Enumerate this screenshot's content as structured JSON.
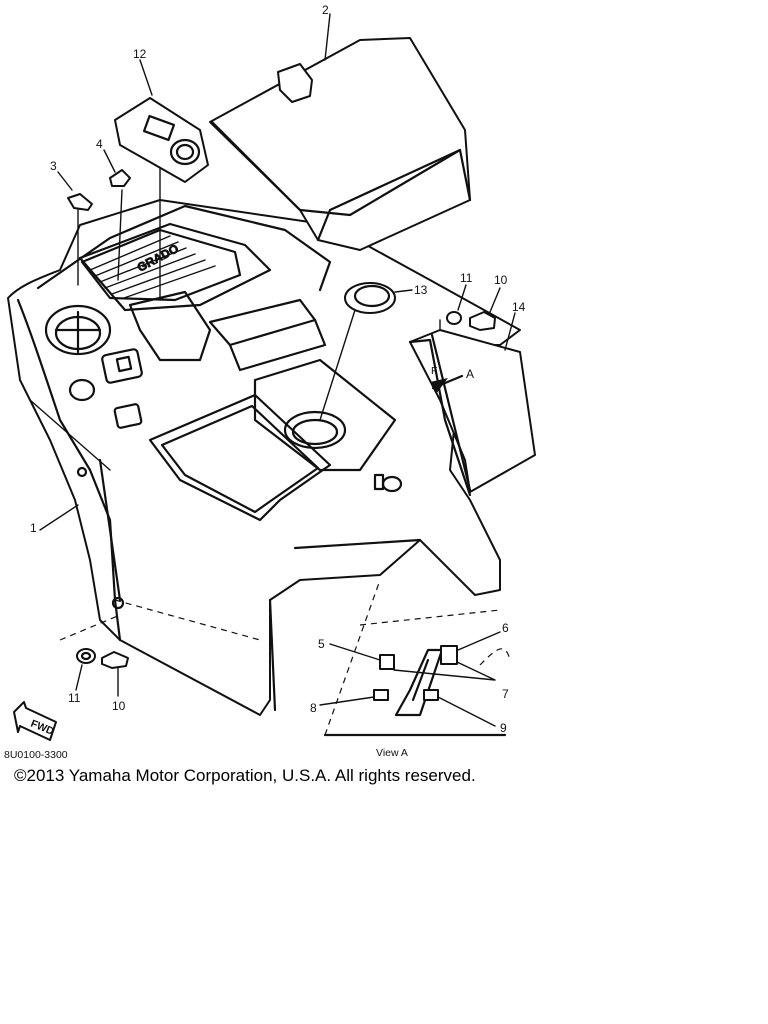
{
  "diagram": {
    "callouts": {
      "c1": "1",
      "c2": "2",
      "c3": "3",
      "c4": "4",
      "c5": "5",
      "c6": "6",
      "c7": "7",
      "c8": "8",
      "c9": "9",
      "c10a": "10",
      "c10b": "10",
      "c11a": "11",
      "c11b": "11",
      "c12": "12",
      "c13": "13",
      "c14": "14",
      "arrow_a": "A"
    },
    "emboss_text": "GRADO",
    "view_label": "View A",
    "part_code": "8U0100-3300",
    "fwd_label": "FWD"
  },
  "footer": {
    "copyright": "©2013 Yamaha Motor Corporation, U.S.A. All rights reserved."
  }
}
